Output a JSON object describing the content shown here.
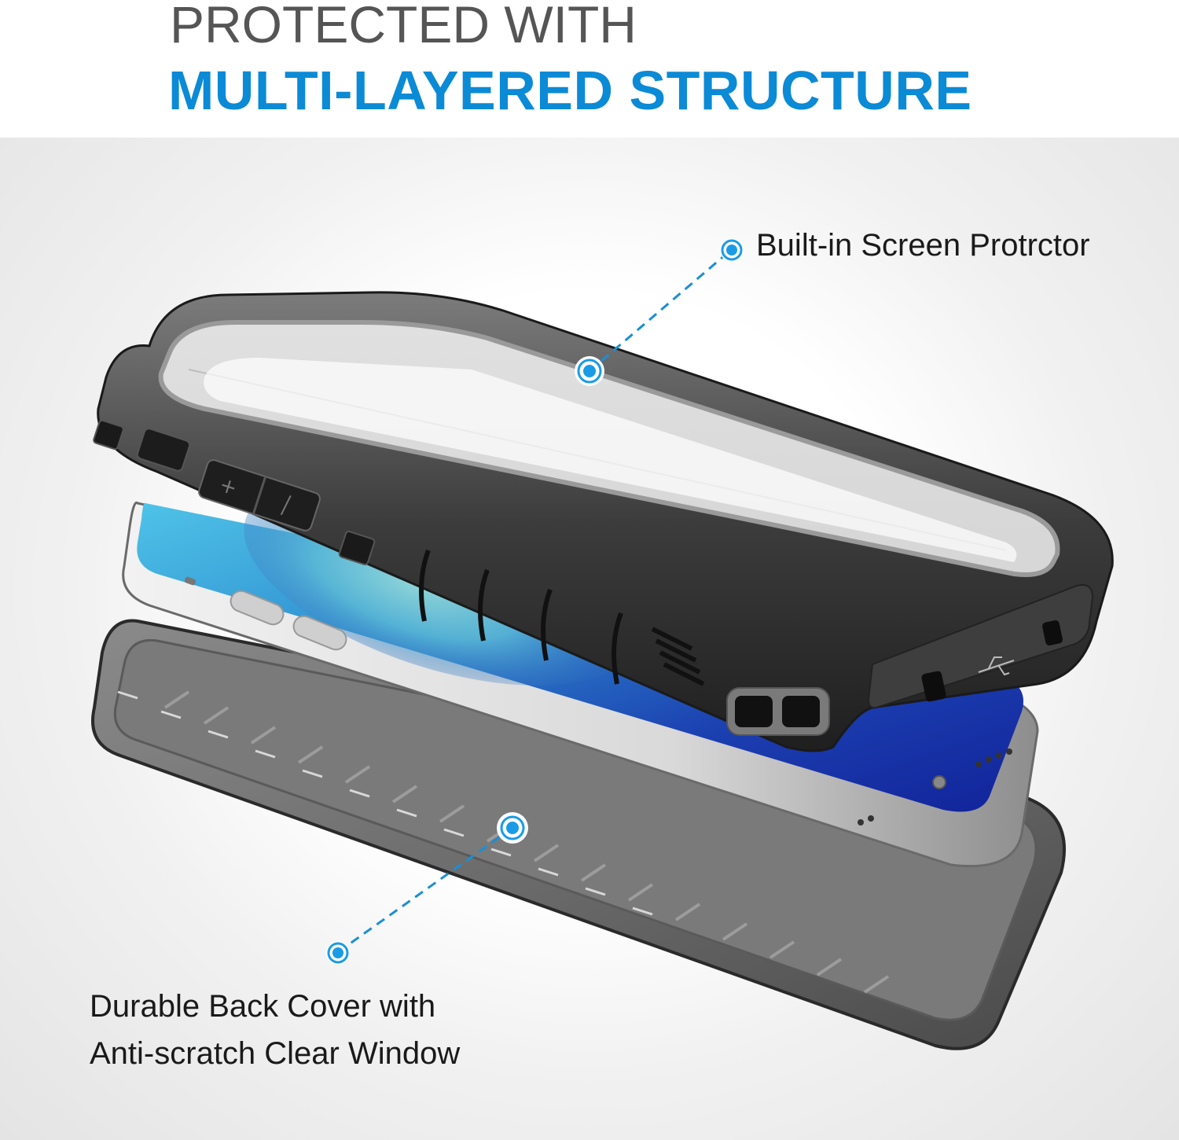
{
  "header": {
    "title_line1": "PROTECTED WITH",
    "title_line2": "MULTI-LAYERED STRUCTURE",
    "title_line1_color": "#555555",
    "title_line2_color": "#0b8ad6"
  },
  "callouts": [
    {
      "id": "screen-protector",
      "text": "Built-in Screen Protrctor",
      "marker_color": "#1a9be6",
      "icon": "callout-dot-icon"
    },
    {
      "id": "back-cover",
      "text_line1": "Durable Back Cover with",
      "text_line2": "Anti-scratch Clear Window",
      "marker_color": "#1a9be6",
      "icon": "callout-dot-icon"
    }
  ],
  "illustration": {
    "layers": [
      "front frame with screen protector",
      "phone",
      "clear back cover"
    ],
    "frame_color": "#3a3a3a",
    "frame_inner_color": "#8a8a8a",
    "phone_screen_color": "#1e4fb8",
    "phone_body_color": "#d8d8d8",
    "back_cover_color": "#6e6e6e",
    "usb_icon": "usb-icon"
  }
}
